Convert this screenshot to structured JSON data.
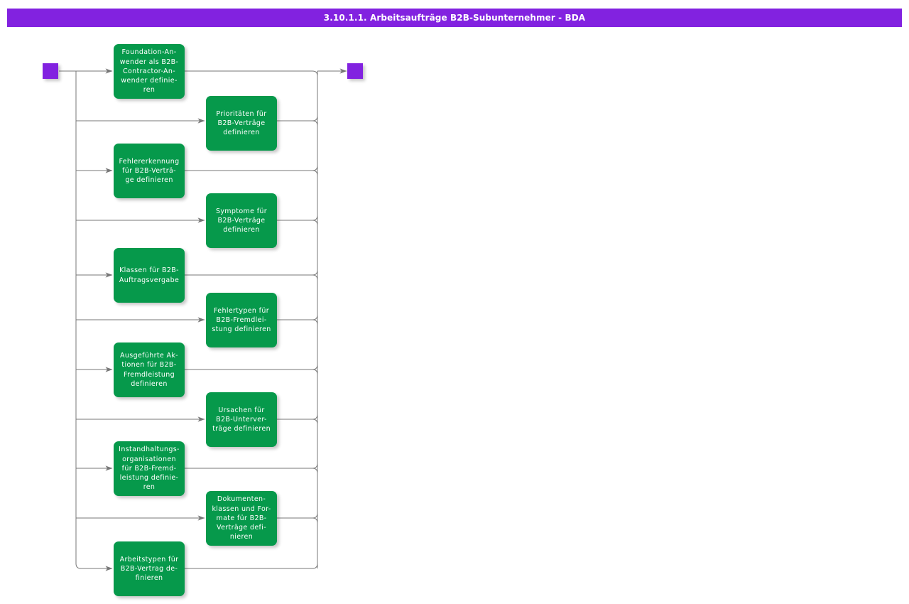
{
  "header": {
    "title": "3.10.1.1. Arbeitsaufträge B2B-Subunternehmer - BDA",
    "bar_color": "#8222e0",
    "text_color": "#ffffff"
  },
  "diagram": {
    "type": "process-flow",
    "orientation": "left-to-right",
    "node_fill": "#06994b",
    "node_text_color": "#ffffff",
    "terminal_fill": "#8222e0",
    "connector_color": "#777777",
    "start_node": {
      "name": "start",
      "label": ""
    },
    "end_node": {
      "name": "end",
      "label": ""
    },
    "nodes": [
      {
        "id": "n1",
        "label": "Foundation-An-\nwender als B2B-\nContractor-An-\nwender definie-\nren",
        "column": "left"
      },
      {
        "id": "n2",
        "label": "Prioritäten für\nB2B-Verträge\ndefinieren",
        "column": "right"
      },
      {
        "id": "n3",
        "label": "Fehlererkennung\nfür B2B-Verträ-\nge definieren",
        "column": "left"
      },
      {
        "id": "n4",
        "label": "Symptome für\nB2B-Verträge\ndefinieren",
        "column": "right"
      },
      {
        "id": "n5",
        "label": "Klassen für B2B-\nAuftragsvergabe",
        "column": "left"
      },
      {
        "id": "n6",
        "label": "Fehlertypen für\nB2B-Fremdlei-\nstung definieren",
        "column": "right"
      },
      {
        "id": "n7",
        "label": "Ausgeführte Ak-\ntionen für B2B-\nFremdleistung\ndefinieren",
        "column": "left"
      },
      {
        "id": "n8",
        "label": "Ursachen für\nB2B-Unterver-\nträge definieren",
        "column": "right"
      },
      {
        "id": "n9",
        "label": "Instandhaltungs-\norganisationen\nfür B2B-Fremd-\nleistung definie-\nren",
        "column": "left"
      },
      {
        "id": "n10",
        "label": "Dokumenten-\nklassen und For-\nmate für B2B-\nVerträge defi-\nnieren",
        "column": "right"
      },
      {
        "id": "n11",
        "label": "Arbeitstypen für\nB2B-Vertrag de-\nfinieren",
        "column": "left"
      }
    ]
  }
}
